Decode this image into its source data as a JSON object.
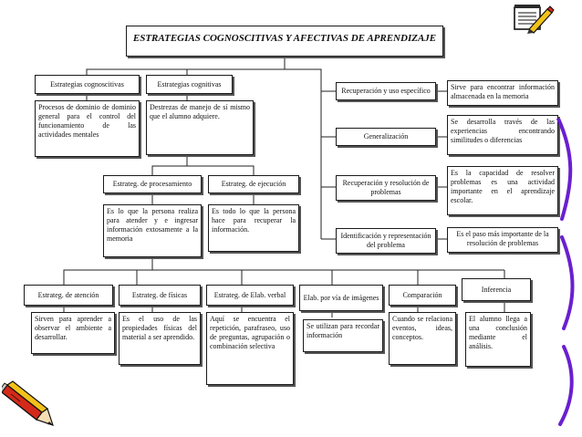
{
  "title": "ESTRATEGIAS COGNOSCITIVAS Y AFECTIVAS DE APRENDIZAJE",
  "nodes": {
    "cognoscitivas": "Estrategias cognoscitivas",
    "cognoscitivas_desc": "Procesos de dominio de dominio general para el control del funcionamiento de las actividades mentales",
    "cognitivas": "Estrategias cognitivas",
    "cognitivas_desc": "Destrezas de manejo de sí mismo que el alumno adquiere.",
    "procesamiento": "Estrateg. de procesamiento",
    "procesamiento_desc": "Es lo que la persona realiza para atender y e ingresar información extosamente a la memoria",
    "ejecucion": "Estrateg. de ejecución",
    "ejecucion_desc": "Es todo lo que la persona hace para recuperar la información.",
    "recuperacion": "Recuperación y uso específico",
    "recuperacion_desc": "Sirve para encontrar información almacenada en la memoria",
    "generalizacion": "Generalización",
    "generalizacion_desc": "Se desarrolla través de las experiencias encontrando similitudes o diferencias",
    "resolucion": "Recuperación y resolución de problemas",
    "resolucion_desc": "Es la capacidad de resolver problemas es una actividad importante en el aprendizaje escolar.",
    "identificacion": "Identificación y representación del problema",
    "identificacion_desc": "Es el paso más importante de la resolución de problemas",
    "atencion": "Estrateg. de atención",
    "atencion_desc": "Sirven para aprender a observar el ambiente a desarrollar.",
    "fisicas": "Estrateg. de físicas",
    "fisicas_desc": "Es el uso de las propiedades físicas del material a ser aprendido.",
    "verbal": "Estrateg. de Elab. verbal",
    "verbal_desc": "Aquí se encuentra el repetición, parafraseo, uso de preguntas, agrupación o combinación selectiva",
    "imagenes": "Elab. por vía de imágenes",
    "imagenes_desc": "Se utilizan para recordar información",
    "comparacion": "Comparación",
    "comparacion_desc": "Cuando se relaciona eventos, ideas, conceptos.",
    "inferencia": "Inferencia",
    "inferencia_desc": "El alumno llega a una conclusión mediante el análisis."
  },
  "colors": {
    "border": "#1a1a1a",
    "deco_purple": "#6a1fd0",
    "pencil_red": "#d42a1a",
    "pencil_yellow": "#f2c21a"
  },
  "icons": [
    "notepad-pencil-icon",
    "pencil-icon"
  ]
}
